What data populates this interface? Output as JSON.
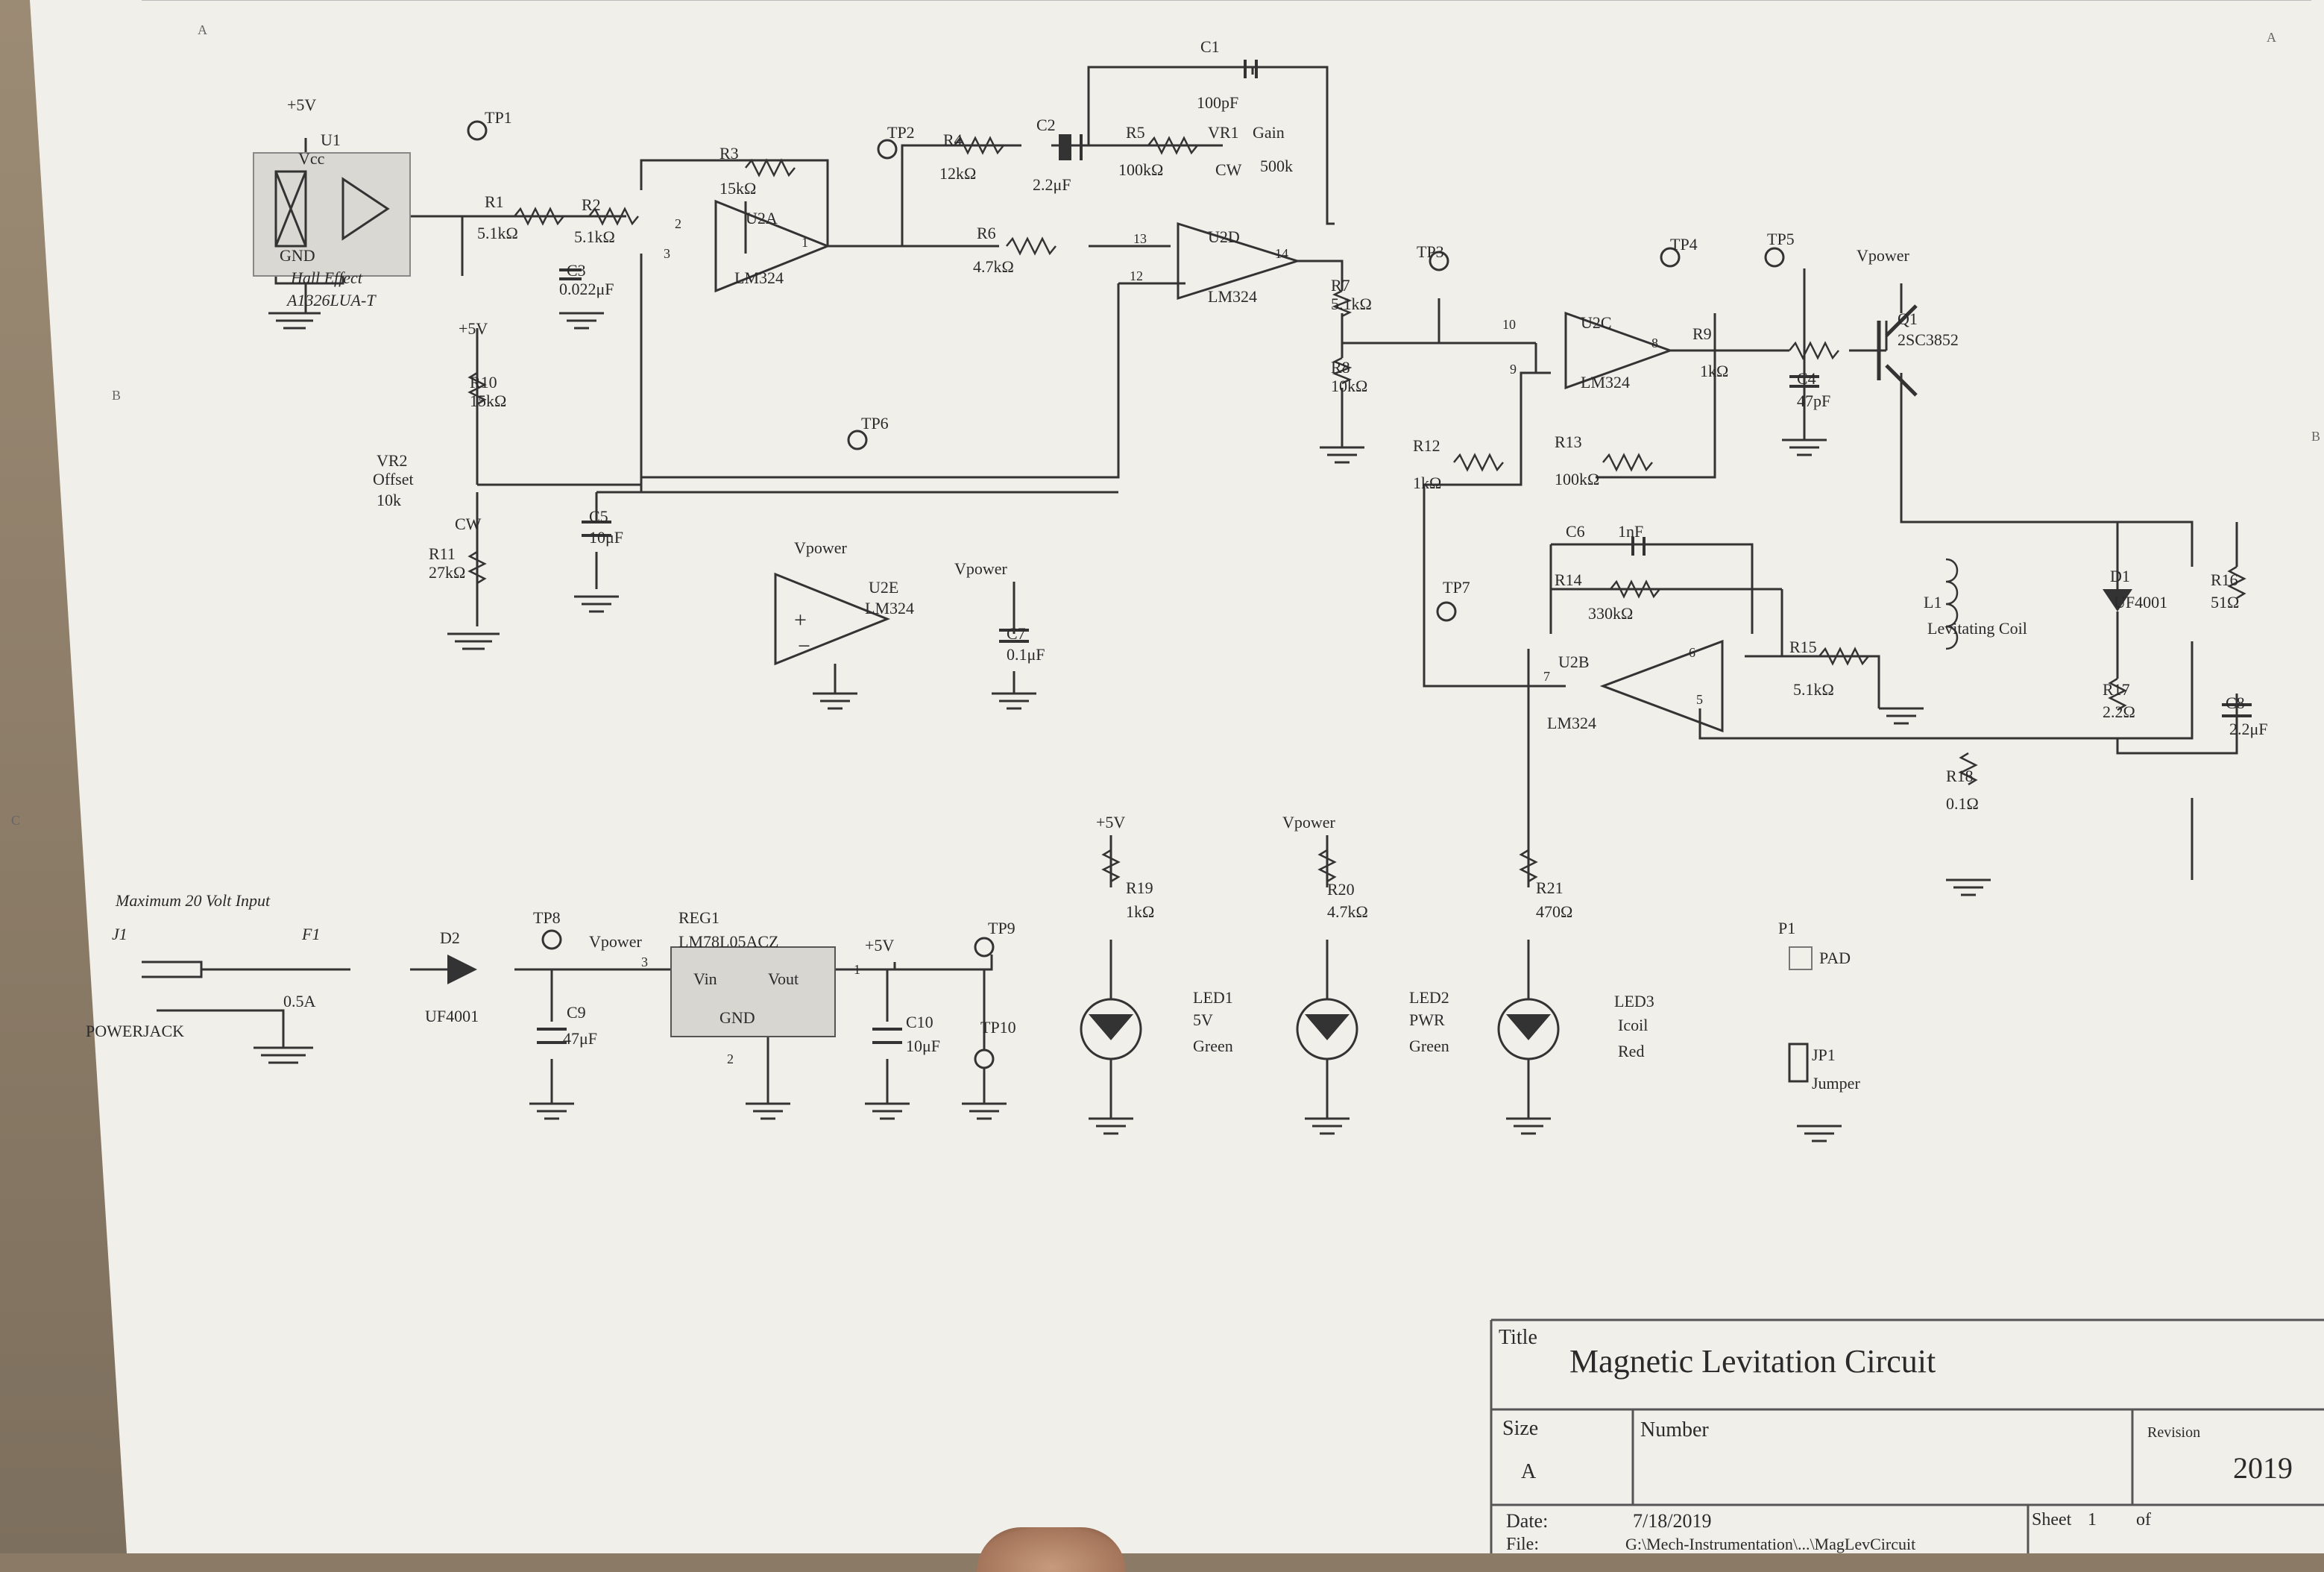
{
  "grid": {
    "rowA": "A",
    "rowB": "B",
    "rowC": "C"
  },
  "refs": {
    "tp1": "TP1",
    "tp2": "TP2",
    "tp3": "TP3",
    "tp4": "TP4",
    "tp5": "TP5",
    "tp6": "TP6",
    "tp7": "TP7",
    "tp8": "TP8",
    "tp9": "TP9",
    "tp10": "TP10",
    "u1": "U1",
    "u1_vcc": "Vcc",
    "u1_gnd": "GND",
    "u1_name1": "Hall Effect",
    "u1_name2": "A1326LUA-T",
    "p5v": "+5V",
    "r1": "R1",
    "r1v": "5.1kΩ",
    "r2": "R2",
    "r2v": "5.1kΩ",
    "r3": "R3",
    "r3v": "15kΩ",
    "r4": "R4",
    "r4v": "12kΩ",
    "r5": "R5",
    "r5v": "100kΩ",
    "r6": "R6",
    "r6v": "4.7kΩ",
    "r7": "R7",
    "r7v": "5.1kΩ",
    "r8": "R8",
    "r8v": "10kΩ",
    "r9": "R9",
    "r9v": "1kΩ",
    "r10": "R10",
    "r10v": "15kΩ",
    "r11": "R11",
    "r11v": "27kΩ",
    "r12": "R12",
    "r12v": "1kΩ",
    "r13": "R13",
    "r13v": "100kΩ",
    "r14": "R14",
    "r14v": "330kΩ",
    "r15": "R15",
    "r15v": "5.1kΩ",
    "r16": "R16",
    "r16v": "51Ω",
    "r17": "R17",
    "r17v": "2.2Ω",
    "r18": "R18",
    "r18v": "0.1Ω",
    "r19": "R19",
    "r19v": "1kΩ",
    "r20": "R20",
    "r20v": "4.7kΩ",
    "r21": "R21",
    "r21v": "470Ω",
    "c1": "C1",
    "c1v": "100pF",
    "c2": "C2",
    "c2v": "2.2μF",
    "c3": "C3",
    "c3v": "0.022μF",
    "c4": "C4",
    "c4v": "47pF",
    "c5": "C5",
    "c5v": "10μF",
    "c6": "C6",
    "c6v": "1nF",
    "c7": "C7",
    "c7v": "0.1μF",
    "c8": "C8",
    "c8v": "2.2μF",
    "c9": "C9",
    "c9v": "47μF",
    "c10": "C10",
    "c10v": "10μF",
    "vr1": "VR1",
    "vr1g": "Gain",
    "vr1v": "500k",
    "vr1cw": "CW",
    "vr2": "VR2",
    "vr2n": "Offset",
    "vr2v": "10k",
    "vr2cw": "CW",
    "u2a": "U2A",
    "u2b": "U2B",
    "u2c": "U2C",
    "u2d": "U2D",
    "u2e": "U2E",
    "lm324": "LM324",
    "vpower": "Vpower",
    "q1": "Q1",
    "q1v": "2SC3852",
    "l1": "L1",
    "l1n": "Levitating Coil",
    "d1": "D1",
    "d1v": "UF4001",
    "d2": "D2",
    "d2v": "UF4001",
    "led1": "LED1",
    "led1a": "5V",
    "led1b": "Green",
    "led2": "LED2",
    "led2a": "PWR",
    "led2b": "Green",
    "led3": "LED3",
    "led3a": "Icoil",
    "led3b": "Red",
    "p1": "P1",
    "pad": "PAD",
    "jp1": "JP1",
    "jp1n": "Jumper",
    "maxin": "Maximum 20 Volt Input",
    "j1": "J1",
    "powerjack": "POWERJACK",
    "f1": "F1",
    "f1v": "0.5A",
    "reg1": "REG1",
    "reg1v": "LM78L05ACZ",
    "vin": "Vin",
    "vout": "Vout",
    "gnd": "GND",
    "pin1": "1",
    "pin2": "2",
    "pin3": "3",
    "pin5": "5",
    "pin6": "6",
    "pin7": "7",
    "pin8": "8",
    "pin9": "9",
    "pin10": "10",
    "pin12": "12",
    "pin13": "13",
    "pin14": "14"
  },
  "title_block": {
    "title_label": "Title",
    "title": "Magnetic Levitation Circuit",
    "size_label": "Size",
    "size": "A",
    "number_label": "Number",
    "revision_label": "Revision",
    "revision": "2019",
    "date_label": "Date:",
    "date": "7/18/2019",
    "sheet_label": "Sheet",
    "sheet_num": "1",
    "of_label": "of",
    "file_label": "File:",
    "file": "G:\\Mech-Instrumentation\\...\\MagLevCircuit"
  }
}
